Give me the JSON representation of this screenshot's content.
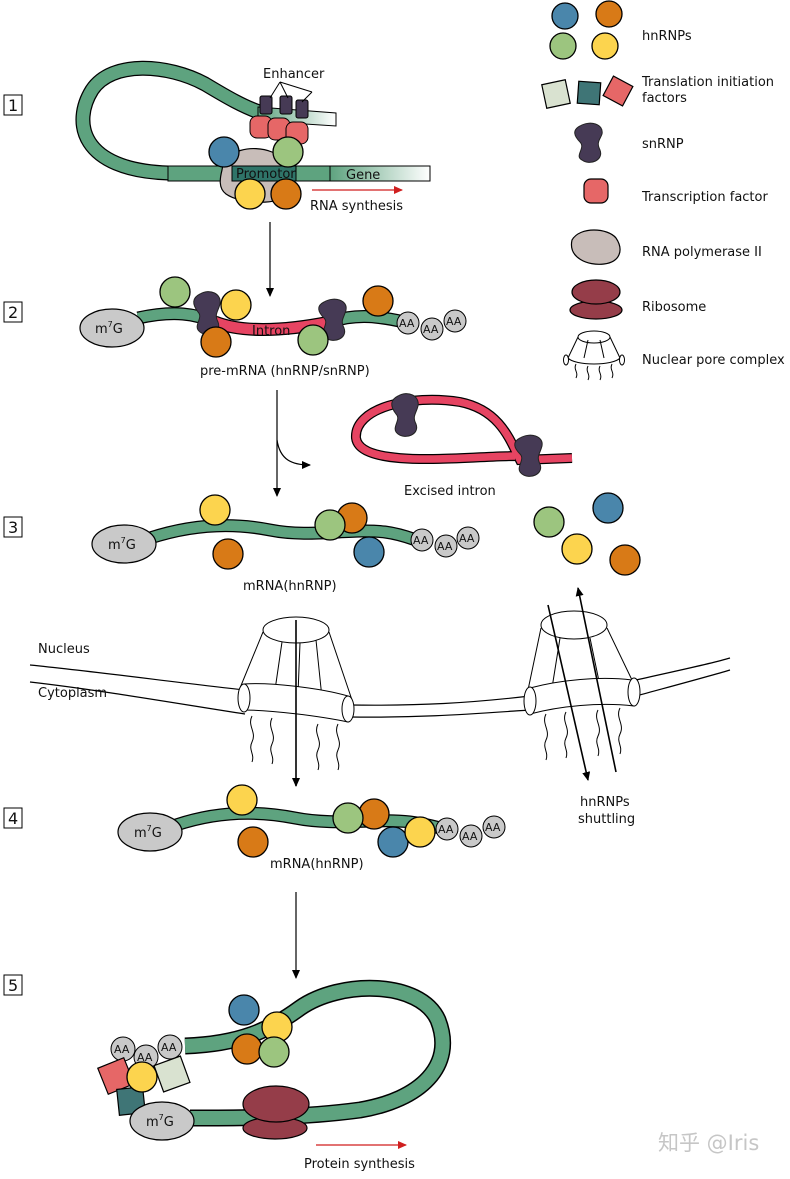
{
  "steps": [
    "1",
    "2",
    "3",
    "4",
    "5"
  ],
  "colors": {
    "blue": "#4a86ab",
    "green": "#9cc57f",
    "yellow": "#fcd44e",
    "orange": "#d87a17",
    "mrna": "#5ea37f",
    "intron": "#e64462",
    "snrnp": "#463a55",
    "tf": "#e66767",
    "polymerase": "#c8bdb9",
    "ribosome": "#953d49",
    "cap": "#c9c9c9",
    "factor_light": "#d9e2d0",
    "factor_teal": "#3f7576",
    "arrow_red": "#d01f1f"
  },
  "legend": {
    "hnrnps": "hnRNPs",
    "translation_factors_line1": "Translation initiation",
    "translation_factors_line2": "factors",
    "snrnp": "snRNP",
    "transcription_factor": "Transcription factor",
    "polymerase": "RNA polymerase II",
    "ribosome": "Ribosome",
    "pore": "Nuclear pore complex"
  },
  "step1": {
    "enhancer": "Enhancer",
    "promotor": "Promotor",
    "gene": "Gene",
    "rna_synthesis": "RNA synthesis"
  },
  "step2": {
    "cap_base": "m",
    "cap_sup": "7",
    "cap_g": "G",
    "intron": "Intron",
    "caption": "pre-mRNA (hnRNP/snRNP)",
    "aa": "AA"
  },
  "step3": {
    "caption": "mRNA(hnRNP)",
    "excised": "Excised intron"
  },
  "membrane": {
    "nucleus": "Nucleus",
    "cytoplasm": "Cytoplasm",
    "shuttling_line1": "hnRNPs",
    "shuttling_line2": "shuttling"
  },
  "step4": {
    "caption": "mRNA(hnRNP)"
  },
  "step5": {
    "caption": "Protein synthesis"
  },
  "watermark": "知乎 @Iris"
}
